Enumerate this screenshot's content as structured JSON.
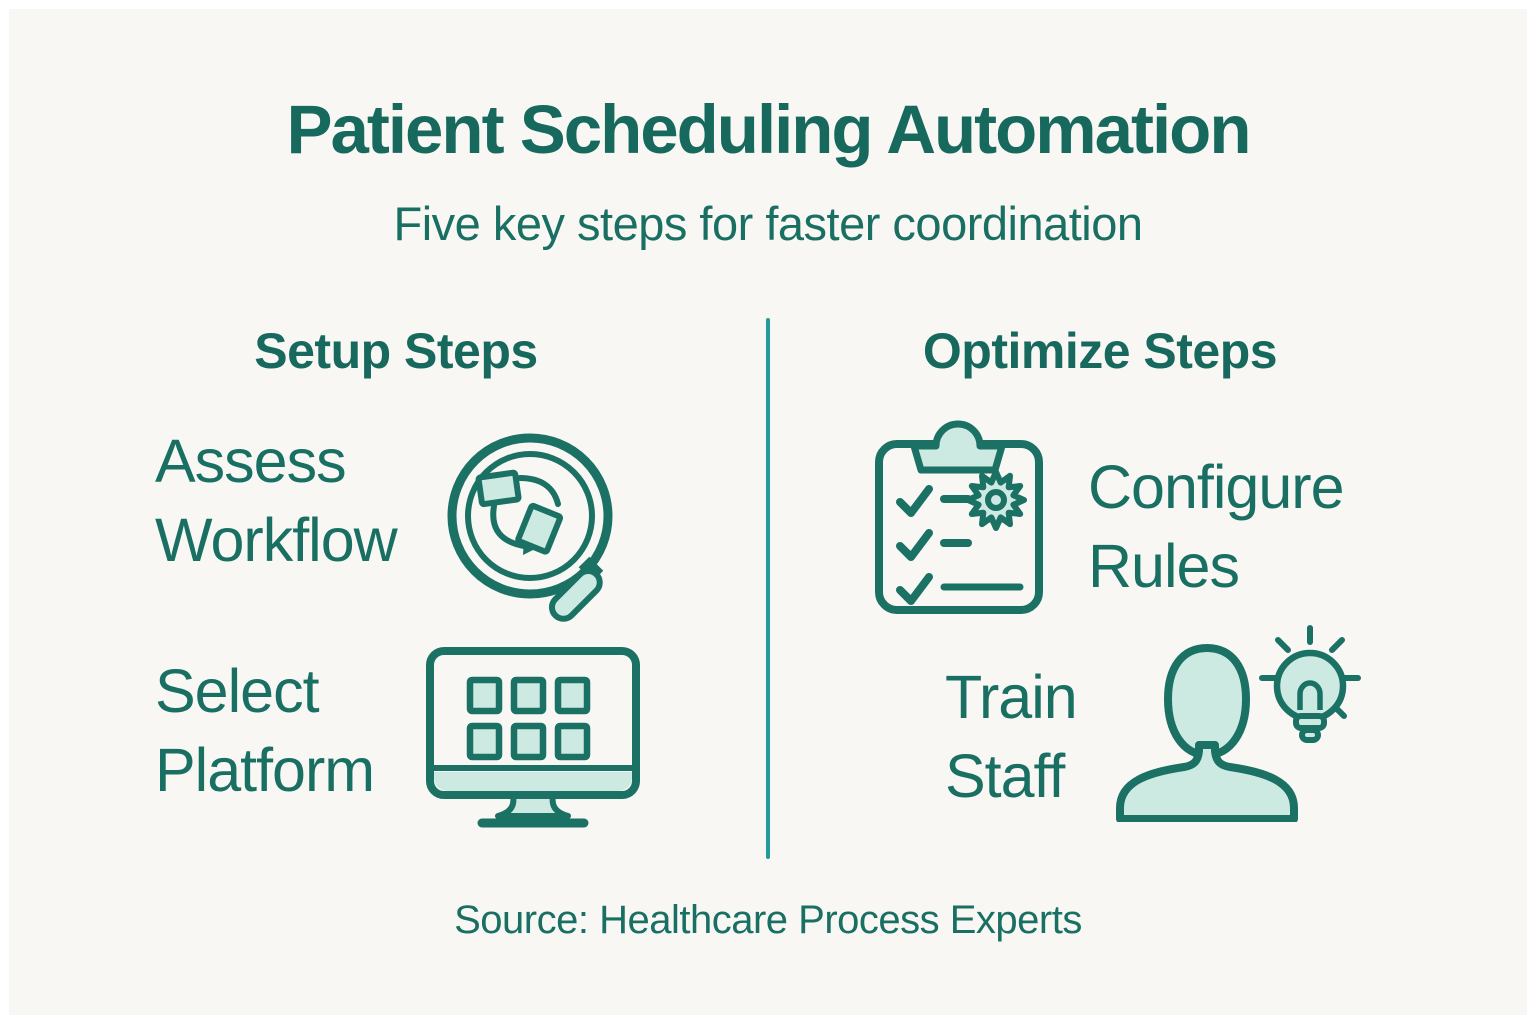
{
  "title": "Patient Scheduling Automation",
  "subtitle": "Five key steps for faster coordination",
  "left_column": {
    "header": "Setup Steps",
    "items": [
      {
        "label": "Assess\nWorkflow",
        "icon": "magnifier-workflow-icon"
      },
      {
        "label": "Select\nPlatform",
        "icon": "monitor-apps-icon"
      }
    ]
  },
  "right_column": {
    "header": "Optimize Steps",
    "items": [
      {
        "label": "Configure\nRules",
        "icon": "clipboard-gear-icon"
      },
      {
        "label": "Train\nStaff",
        "icon": "person-lightbulb-icon"
      }
    ]
  },
  "source": "Source: Healthcare Process Experts",
  "colors": {
    "dark_teal": "#17695d",
    "icon_stroke_teal": "#1a7164",
    "light_teal_fill": "#cdeae2",
    "divider_teal": "#249b99",
    "background": "#f8f7f4",
    "frame_white": "#ffffff"
  }
}
